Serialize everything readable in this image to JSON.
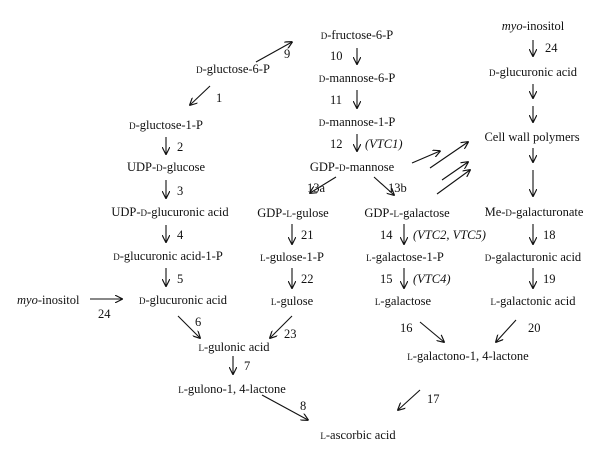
{
  "compounds": {
    "fructose6p": {
      "pre": "",
      "sc": "d",
      "post": "-fructose-6-P"
    },
    "glucose6p": {
      "pre": "",
      "sc": "d",
      "post": "-gluctose-6-P"
    },
    "mannose6p": {
      "pre": "",
      "sc": "d",
      "post": "-mannose-6-P"
    },
    "mannose1p": {
      "pre": "",
      "sc": "d",
      "post": "-mannose-1-P"
    },
    "gdpmannose": {
      "pre": "GDP-",
      "sc": "d",
      "post": "-mannose"
    },
    "glucose1p": {
      "pre": "",
      "sc": "d",
      "post": "-gluctose-1-P"
    },
    "udpglucose": {
      "pre": "UDP-",
      "sc": "d",
      "post": "-glucose"
    },
    "udpglucuronic": {
      "pre": "UDP-",
      "sc": "d",
      "post": "-glucuronic acid"
    },
    "glucuronic1p": {
      "pre": "",
      "sc": "d",
      "post": "-glucuronic acid-1-P"
    },
    "glucuronic_left": {
      "pre": "",
      "sc": "d",
      "post": "-glucuronic acid"
    },
    "gulonic": {
      "pre": "",
      "sc": "l",
      "post": "-gulonic acid"
    },
    "gulonolactone": {
      "pre": "",
      "sc": "l",
      "post": "-gulono-1, 4-lactone"
    },
    "ascorbic": {
      "pre": "",
      "sc": "l",
      "post": "-ascorbic acid"
    },
    "gdpgulose": {
      "pre": "GDP-",
      "sc": "l",
      "post": "-gulose"
    },
    "gulose1p": {
      "pre": "",
      "sc": "l",
      "post": "-gulose-1-P"
    },
    "gulose": {
      "pre": "",
      "sc": "l",
      "post": "-gulose"
    },
    "gdpgalactose": {
      "pre": "GDP-",
      "sc": "l",
      "post": "-galactose"
    },
    "galactose1p": {
      "pre": "",
      "sc": "l",
      "post": "-galactose-1-P"
    },
    "galactose": {
      "pre": "",
      "sc": "l",
      "post": "-galactose"
    },
    "galactonolactone": {
      "pre": "",
      "sc": "l",
      "post": "-galactono-1, 4-lactone"
    },
    "glucuronic_right": {
      "pre": "",
      "sc": "d",
      "post": "-glucuronic acid"
    },
    "cellwall": {
      "pre": "Cell wall polymers",
      "sc": "",
      "post": ""
    },
    "megalacturonate": {
      "pre": "Me-",
      "sc": "d",
      "post": "-galacturonate"
    },
    "galacturonic": {
      "pre": "",
      "sc": "d",
      "post": "-galacturonic acid"
    },
    "galactonic": {
      "pre": "",
      "sc": "l",
      "post": "-galactonic acid"
    }
  },
  "inositol": {
    "italic": "myo",
    "post": "-inositol"
  },
  "steps": {
    "s1": "1",
    "s2": "2",
    "s3": "3",
    "s4": "4",
    "s5": "5",
    "s6": "6",
    "s7": "7",
    "s8": "8",
    "s9": "9",
    "s10": "10",
    "s11": "11",
    "s12": "12",
    "s13a": "13a",
    "s13b": "13b",
    "s14": "14",
    "s15": "15",
    "s16": "16",
    "s17": "17",
    "s18": "18",
    "s19": "19",
    "s20": "20",
    "s21": "21",
    "s22": "22",
    "s23": "23",
    "s24_left": "24",
    "s24_right": "24"
  },
  "genes": {
    "vtc1": "VTC1",
    "vtc2_5": "VTC2, VTC5",
    "vtc4": "VTC4"
  }
}
